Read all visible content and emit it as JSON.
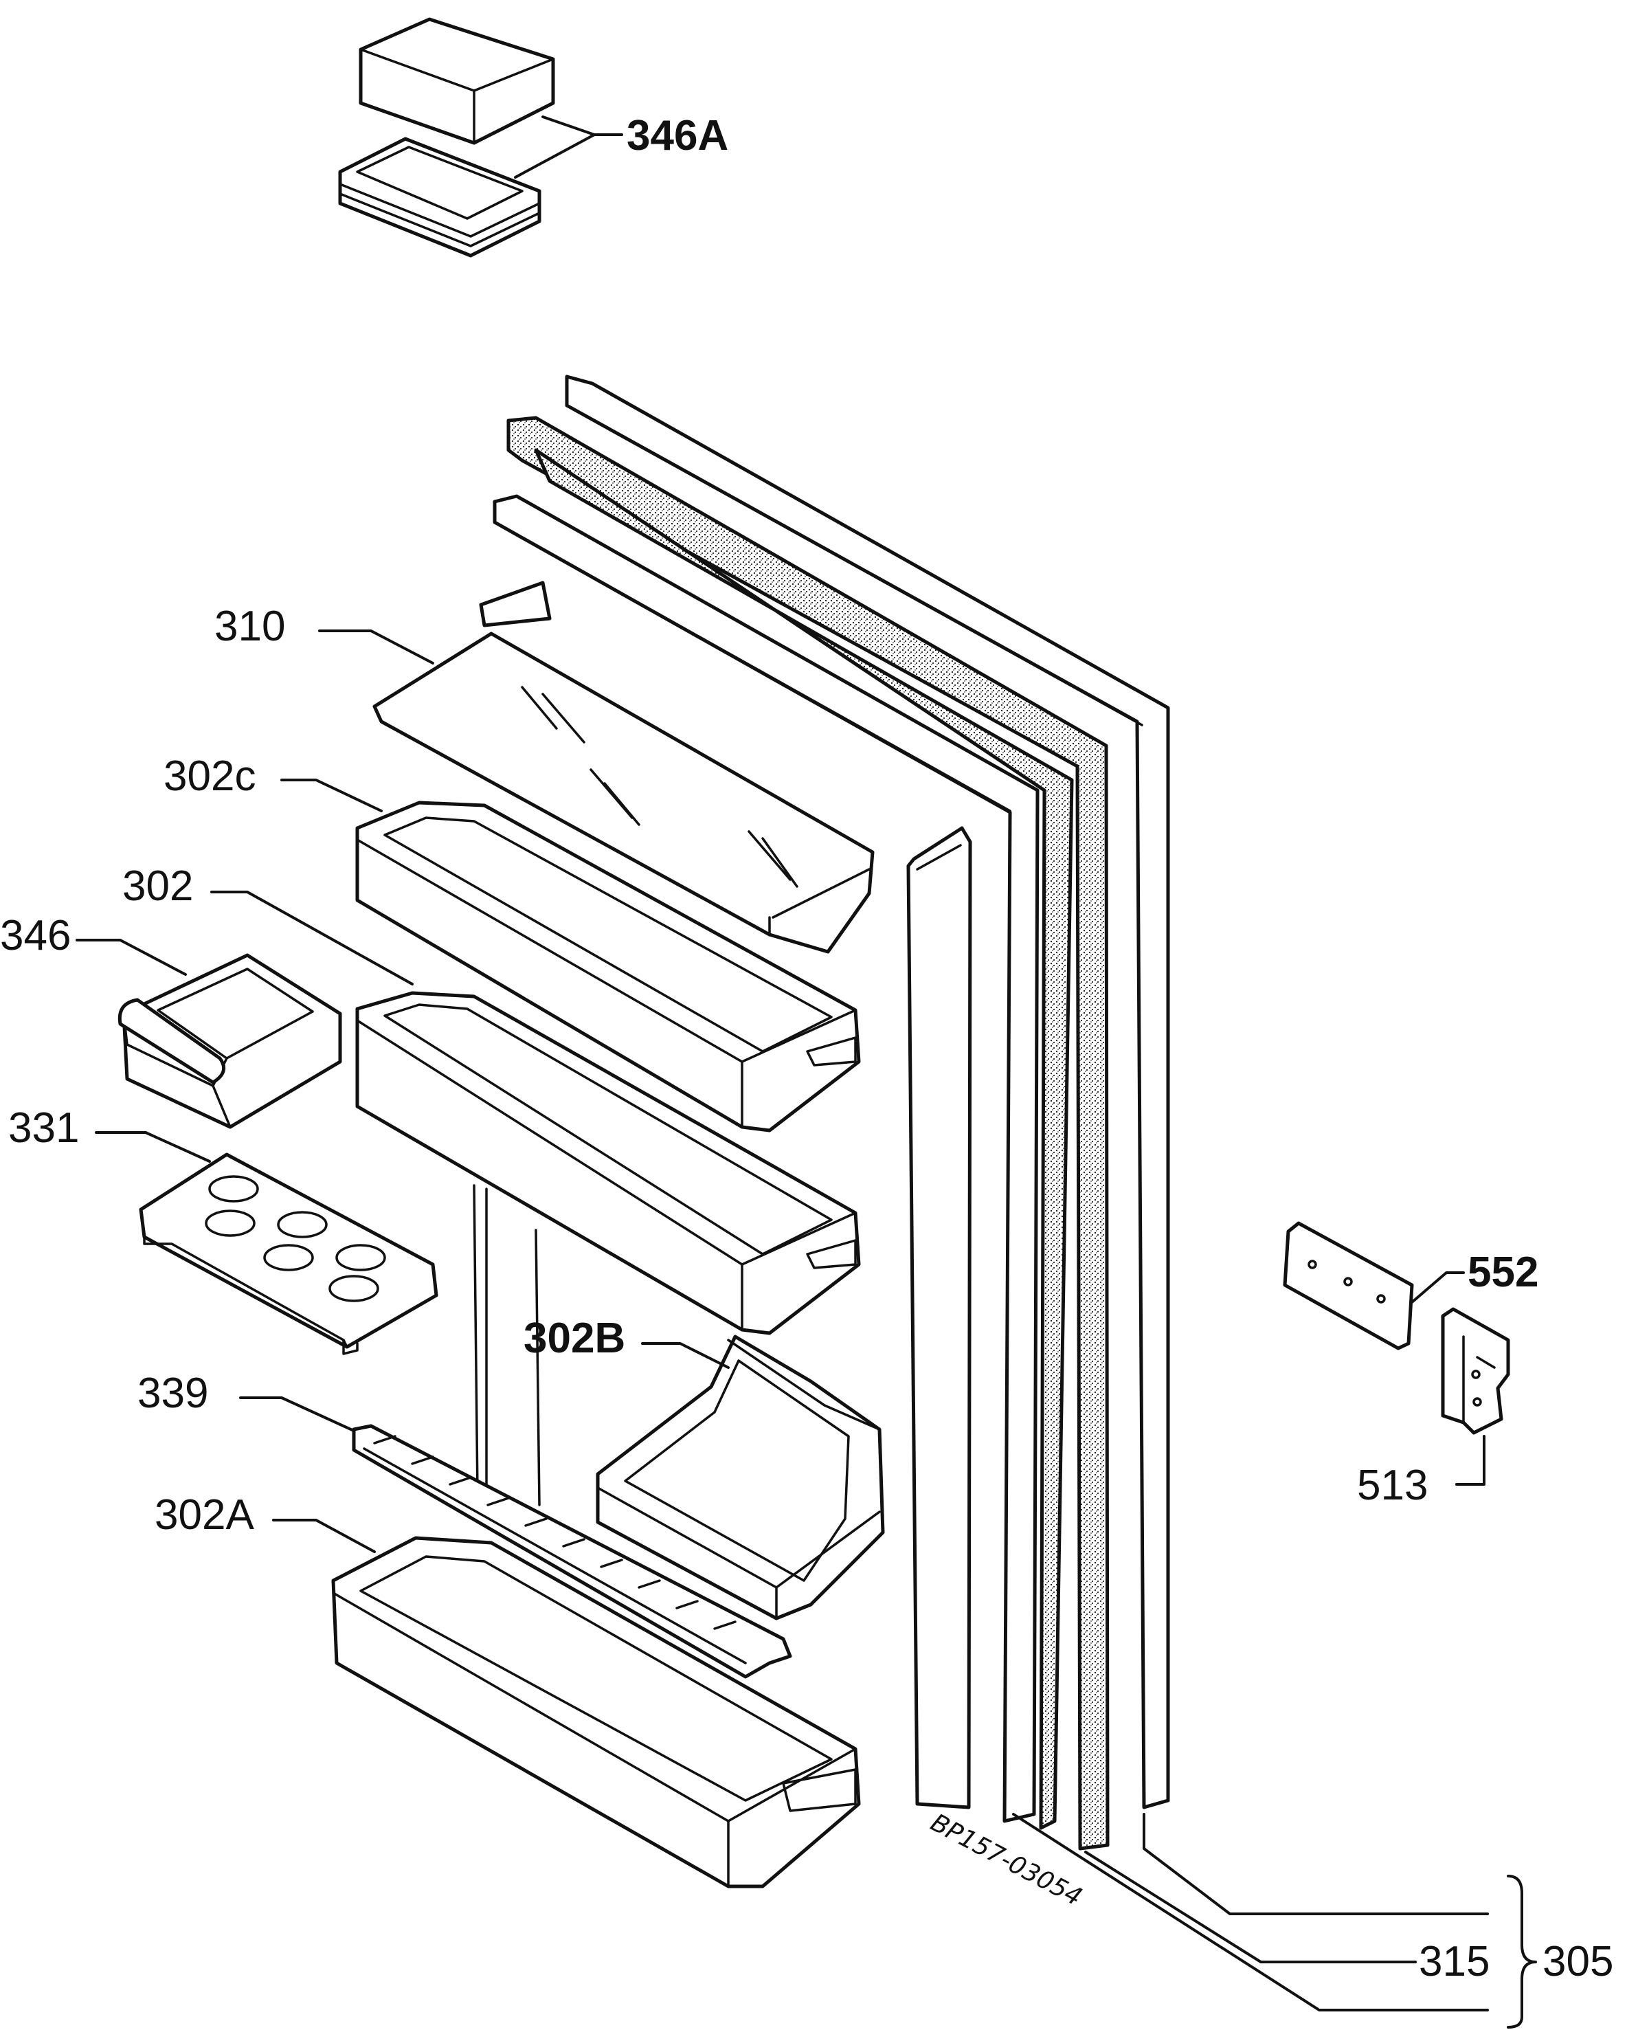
{
  "callouts": {
    "c346A": "346A",
    "c310": "310",
    "c302c": "302c",
    "c302": "302",
    "c346": "346",
    "c331": "331",
    "c302B": "302B",
    "c339": "339",
    "c302A": "302A",
    "c552": "552",
    "c513": "513",
    "c315": "315",
    "c305": "305"
  },
  "drawing_code": "BP157-03054",
  "colors": {
    "ink": "#111111",
    "paper": "#ffffff"
  }
}
